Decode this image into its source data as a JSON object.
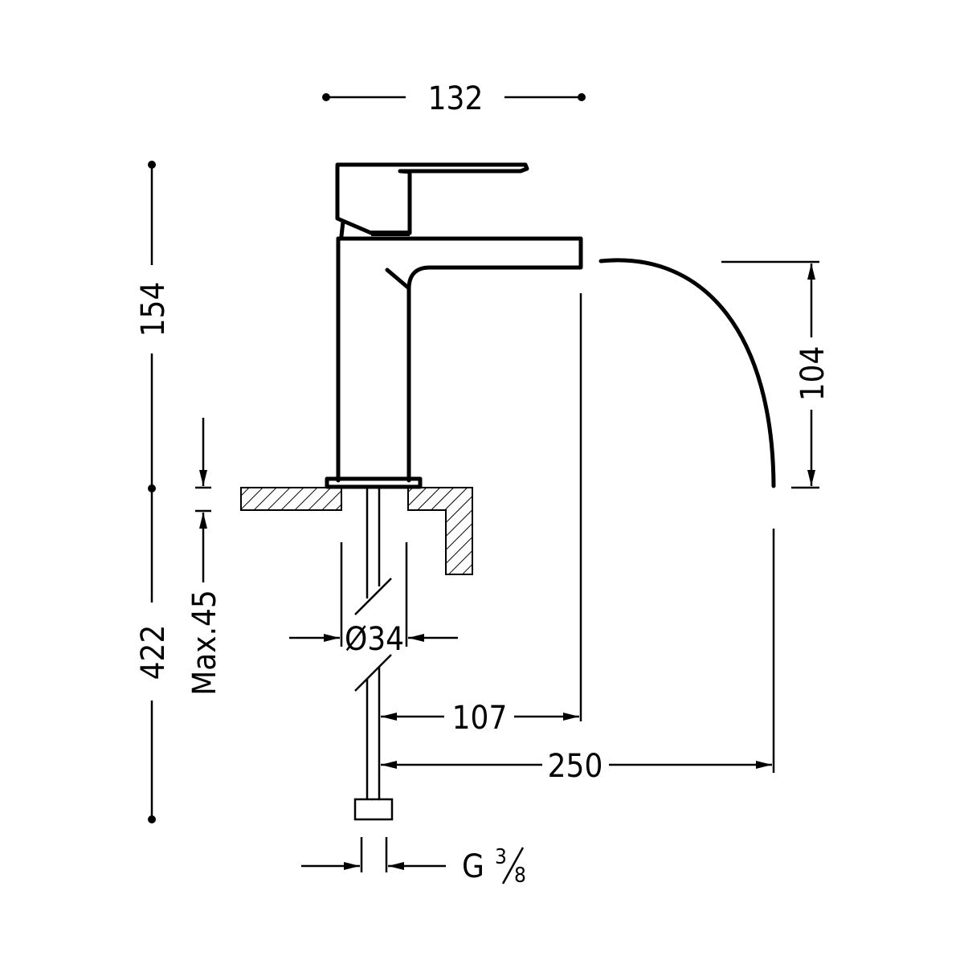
{
  "drawing": {
    "title": "Basin mixer waterfall dimension drawing",
    "line_color": "#000000",
    "background": "#ffffff",
    "dimensions": {
      "top_width": "132",
      "upper_height": "154",
      "total_height": "422",
      "max_thickness": "Max.45",
      "hole_diameter": "Ø34",
      "spout_reach": "107",
      "water_reach": "250",
      "fall_height": "104",
      "connection": "G",
      "connection_num": "3",
      "connection_den": "8"
    }
  }
}
